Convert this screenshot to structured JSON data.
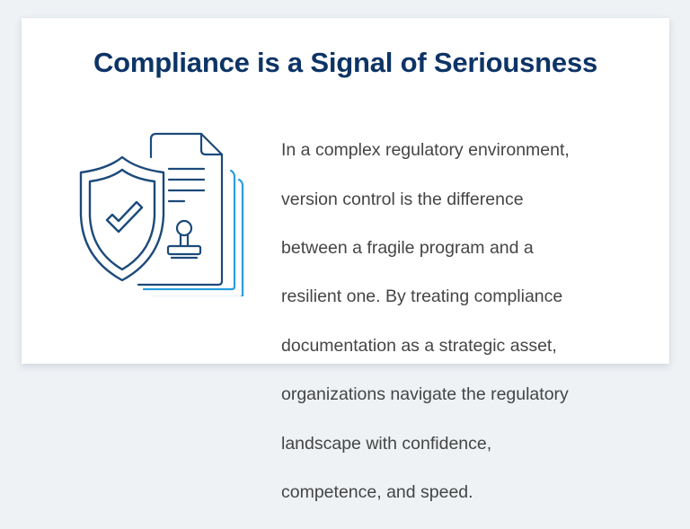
{
  "slide": {
    "title": "Compliance is a Signal of Seriousness",
    "body_lines": [
      "In a complex regulatory environment,",
      "version control is the difference",
      "between a fragile program and a",
      "resilient one. By treating compliance",
      "documentation as a strategic asset,",
      "organizations navigate the regulatory",
      "landscape with confidence,",
      "competence, and speed."
    ],
    "illustration": {
      "icons": [
        "shield-check-icon",
        "document-stamp-icon",
        "document-stack-icon"
      ],
      "colors": {
        "primary_stroke": "#1c4a7a",
        "accent_stroke": "#2a9ee0"
      }
    }
  },
  "colors": {
    "background": "#eef2f5",
    "card": "#ffffff",
    "title": "#0d3466",
    "body_text": "#454545"
  }
}
